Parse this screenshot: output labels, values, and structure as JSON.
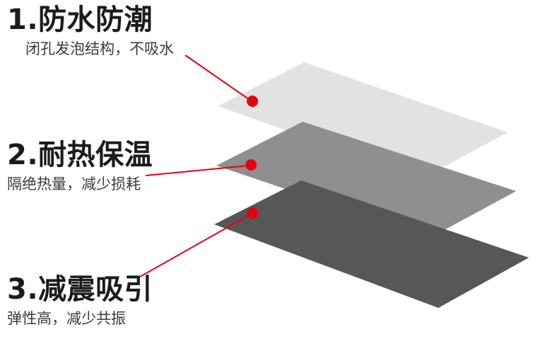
{
  "diagram": {
    "background": "#ffffff",
    "accent_color": "#e60012",
    "features": [
      {
        "title": "1.防水防潮",
        "subtitle": "闭孔发泡结构，不吸水"
      },
      {
        "title": "2.耐热保温",
        "subtitle": "隔绝热量，减少损耗"
      },
      {
        "title": "3.减震吸引",
        "subtitle": "弹性高，减少共振"
      }
    ],
    "layers": [
      {
        "name": "top-sheet",
        "color": "#e2e2e2"
      },
      {
        "name": "middle-sheet",
        "color": "#8f8f8f"
      },
      {
        "name": "bottom-sheet",
        "color": "#575757"
      }
    ]
  }
}
